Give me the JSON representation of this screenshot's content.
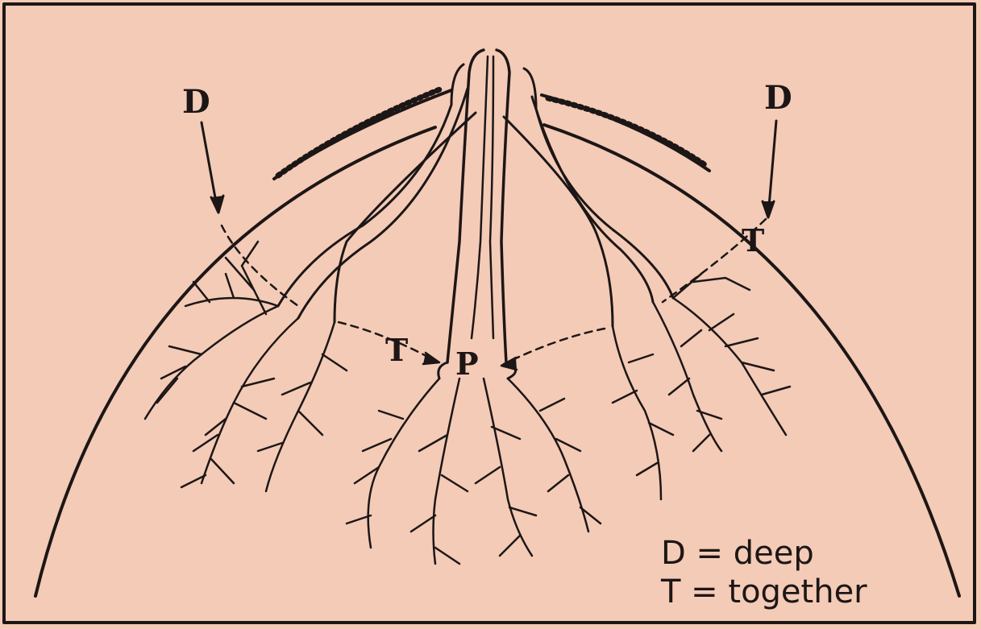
{
  "labels": {
    "deep_left": "D",
    "deep_right": "D",
    "together_left": "T",
    "together_right": "T",
    "papilla": "P"
  },
  "legend": {
    "line1": "D = deep",
    "line2": "T = together"
  },
  "colors": {
    "background": "#f3cbb6",
    "ink": "#1d1616"
  }
}
